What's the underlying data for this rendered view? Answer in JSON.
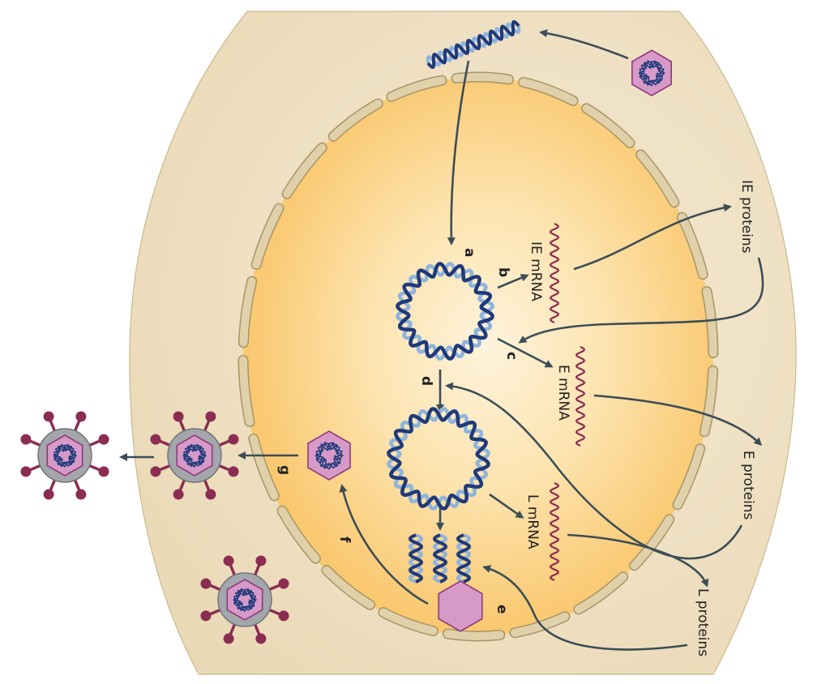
{
  "labels": {
    "ie_mrna": "IE mRNA",
    "e_mrna": "E mRNA",
    "l_mrna": "L mRNA",
    "ie_proteins": "IE proteins",
    "e_proteins": "E proteins",
    "l_proteins": "L proteins"
  },
  "steps": {
    "a": "a",
    "b": "b",
    "c": "c",
    "d": "d",
    "e": "e",
    "f": "f",
    "g": "g"
  },
  "colors": {
    "cell": "#f1e4c8",
    "cell_edge": "#c9b98f",
    "nucleus": "#fbd184",
    "nucleus_center": "#fdf1d6",
    "membrane": "#e0d1aa",
    "membrane_edge": "#a89568",
    "dna_dark": "#1f3a7a",
    "dna_light": "#8fb4dc",
    "capsid": "#d79ac8",
    "capsid_edge": "#8d3b7a",
    "spike": "#8b2d52",
    "envelope": "#a3a7ab",
    "mrna": "#8b2d52",
    "arrow": "#3c4d55"
  }
}
